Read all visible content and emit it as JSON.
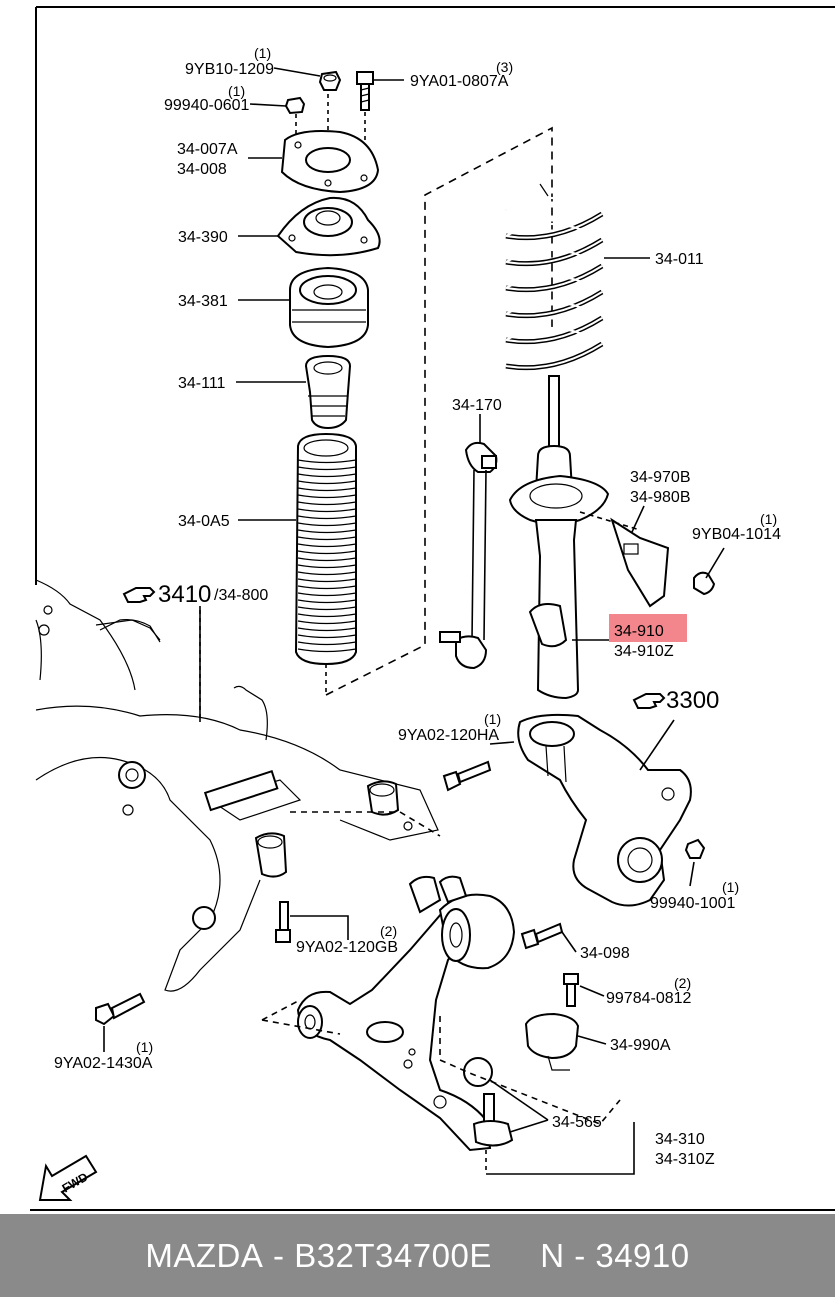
{
  "parts": {
    "p9YB10_1209": {
      "code": "9YB10-1209",
      "qty": "(1)"
    },
    "p99940_0601": {
      "code": "99940-0601",
      "qty": "(1)"
    },
    "p9YA01_0807A": {
      "code": "9YA01-0807A",
      "qty": "(3)"
    },
    "p34_007A": {
      "code": "34-007A"
    },
    "p34_008": {
      "code": "34-008"
    },
    "p34_390": {
      "code": "34-390"
    },
    "p34_381": {
      "code": "34-381"
    },
    "p34_111": {
      "code": "34-111"
    },
    "p34_0A5": {
      "code": "34-0A5"
    },
    "p34_011": {
      "code": "34-011"
    },
    "p34_170": {
      "code": "34-170"
    },
    "p34_970B": {
      "code": "34-970B"
    },
    "p34_980B": {
      "code": "34-980B"
    },
    "p9YB04_1014": {
      "code": "9YB04-1014",
      "qty": "(1)"
    },
    "p34_910": {
      "code": "34-910",
      "highlight_color": "#f2868c"
    },
    "p34_910Z": {
      "code": "34-910Z"
    },
    "ref3410": {
      "code": "3410",
      "sub": "/34-800"
    },
    "ref3300": {
      "code": "3300"
    },
    "p9YA02_120HA": {
      "code": "9YA02-120HA",
      "qty": "(1)"
    },
    "p99940_1001": {
      "code": "99940-1001",
      "qty": "(1)"
    },
    "p9YA02_120GB": {
      "code": "9YA02-120GB",
      "qty": "(2)"
    },
    "p34_098": {
      "code": "34-098"
    },
    "p99784_0812": {
      "code": "99784-0812",
      "qty": "(2)"
    },
    "p34_990A": {
      "code": "34-990A"
    },
    "p9YA02_1430A": {
      "code": "9YA02-1430A",
      "qty": "(1)"
    },
    "p34_565": {
      "code": "34-565"
    },
    "p34_310": {
      "code": "34-310"
    },
    "p34_310Z": {
      "code": "34-310Z"
    }
  },
  "fwd": {
    "label": "FWD",
    "icon": "fwd-arrow-icon"
  },
  "pointer_icon": "pointing-hand-icon",
  "footer": {
    "brand": "MAZDA",
    "sep": " - ",
    "part_number": "B32T34700E",
    "gap": "     ",
    "ref": "N - 34910",
    "background": "#8a8a8a"
  }
}
